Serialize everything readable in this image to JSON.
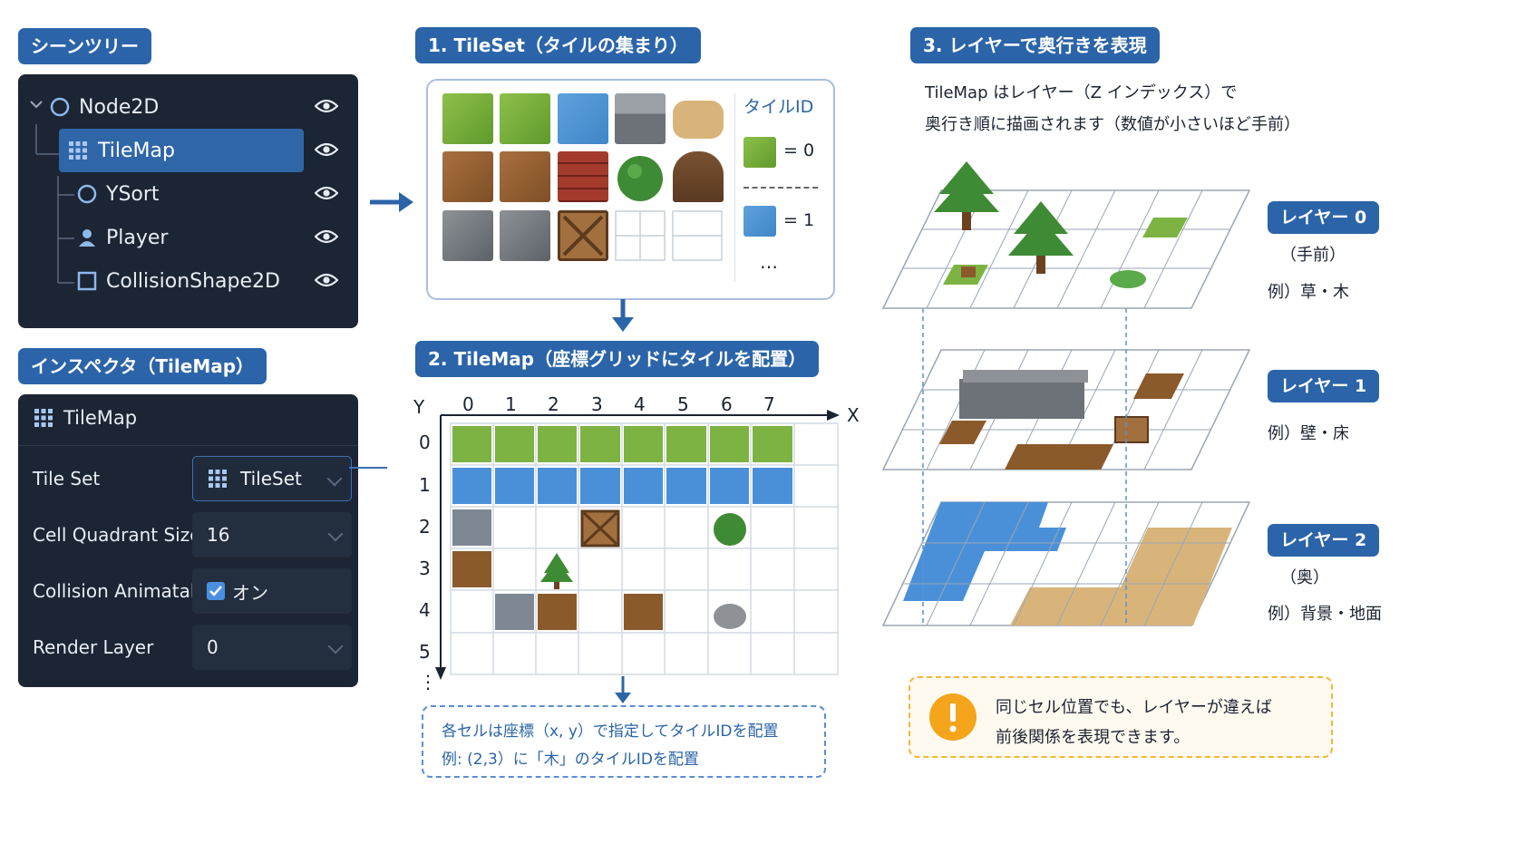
{
  "scene_tree": {
    "title": "シーンツリー",
    "nodes": [
      {
        "label": "Node2D",
        "icon": "circle-node-icon"
      },
      {
        "label": "TileMap",
        "icon": "grid-icon",
        "selected": true
      },
      {
        "label": "YSort",
        "icon": "circle-node-icon"
      },
      {
        "label": "Player",
        "icon": "person-icon"
      },
      {
        "label": "CollisionShape2D",
        "icon": "square-shape-icon"
      }
    ]
  },
  "inspector": {
    "title": "インスペクタ（TileMap）",
    "header": "TileMap",
    "rows": [
      {
        "label": "Tile Set",
        "value": "TileSet"
      },
      {
        "label": "Cell Quadrant Size",
        "value": "16"
      },
      {
        "label": "Collision Animatable",
        "value": "オン"
      },
      {
        "label": "Render Layer",
        "value": "0"
      }
    ]
  },
  "tileset": {
    "title": "1. TileSet（タイルの集まり）",
    "id_title": "タイルID",
    "id_0": "= 0",
    "id_1": "= 1",
    "more": "…"
  },
  "tilemap": {
    "title": "2. TileMap（座標グリッドにタイルを配置）",
    "y_axis": "Y",
    "x_axis": "X",
    "cols": [
      "0",
      "1",
      "2",
      "3",
      "4",
      "5",
      "6",
      "7"
    ],
    "rows": [
      "0",
      "1",
      "2",
      "3",
      "4",
      "5"
    ],
    "more": "⋮",
    "note_line1": "各セルは座標（x, y）で指定してタイルIDを配置",
    "note_line2": "例: (2,3）に「木」のタイルIDを配置"
  },
  "layers": {
    "title": "3. レイヤーで奥行きを表現",
    "desc_line1": "TileMap はレイヤー（Z インデックス）で",
    "desc_line2": "奥行き順に描画されます（数値が小さいほど手前）",
    "items": [
      {
        "badge": "レイヤー 0",
        "sub": "（手前）",
        "example": "例）草・木"
      },
      {
        "badge": "レイヤー 1",
        "sub": "",
        "example": "例）壁・床"
      },
      {
        "badge": "レイヤー 2",
        "sub": "（奥）",
        "example": "例）背景・地面"
      }
    ],
    "warn_line1": "同じセル位置でも、レイヤーが違えば",
    "warn_line2": "前後関係を表現できます。"
  },
  "colors": {
    "accent": "#2b64a8",
    "panel": "#1c2533",
    "grass": "#7cb342",
    "water": "#4a90d9",
    "dirt": "#8b5a2b",
    "sand": "#d9b47a",
    "warn": "#f4a51c"
  }
}
